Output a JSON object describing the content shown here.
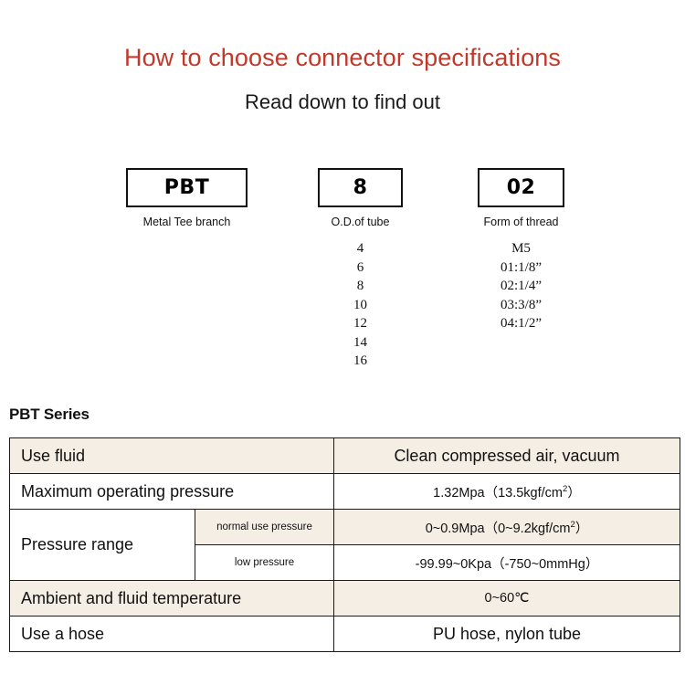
{
  "header": {
    "title": "How to choose connector specifications",
    "subtitle": "Read down to find out",
    "title_color": "#c0392b"
  },
  "code_breakdown": [
    {
      "code": "PBT",
      "caption": "Metal Tee branch",
      "options": []
    },
    {
      "code": "8",
      "caption": "O.D.of tube",
      "options": [
        "4",
        "6",
        "8",
        "10",
        "12",
        "14",
        "16"
      ]
    },
    {
      "code": "02",
      "caption": "Form of thread",
      "options": [
        "M5",
        "01:1/8”",
        "02:1/4”",
        "03:3/8”",
        "04:1/2”"
      ]
    }
  ],
  "spec": {
    "heading": "PBT Series",
    "row_beige_color": "#f5eee5",
    "rows": [
      {
        "label": "Use fluid",
        "sublabel": null,
        "value_html": "Clean compressed air, vacuum",
        "value_size": "lg",
        "shade": "beige"
      },
      {
        "label": "Maximum operating pressure",
        "sublabel": null,
        "value_html": "1.32Mpa（13.5kgf/cm<sup>2</sup>）",
        "value_size": "sm",
        "shade": "white"
      },
      {
        "label": "Pressure range",
        "sublabel": "normal use pressure",
        "value_html": "0~0.9Mpa（0~9.2kgf/cm<sup>2</sup>）",
        "value_size": "sm",
        "shade": "beige"
      },
      {
        "label": "",
        "sublabel": "low pressure",
        "value_html": "-99.99~0Kpa（-750~0mmHg）",
        "value_size": "sm",
        "shade": "white"
      },
      {
        "label": "Ambient and fluid temperature",
        "sublabel": null,
        "value_html": "0~60℃",
        "value_size": "sm",
        "shade": "beige"
      },
      {
        "label": "Use a hose",
        "sublabel": null,
        "value_html": "PU hose, nylon tube",
        "value_size": "lg",
        "shade": "white"
      }
    ]
  }
}
